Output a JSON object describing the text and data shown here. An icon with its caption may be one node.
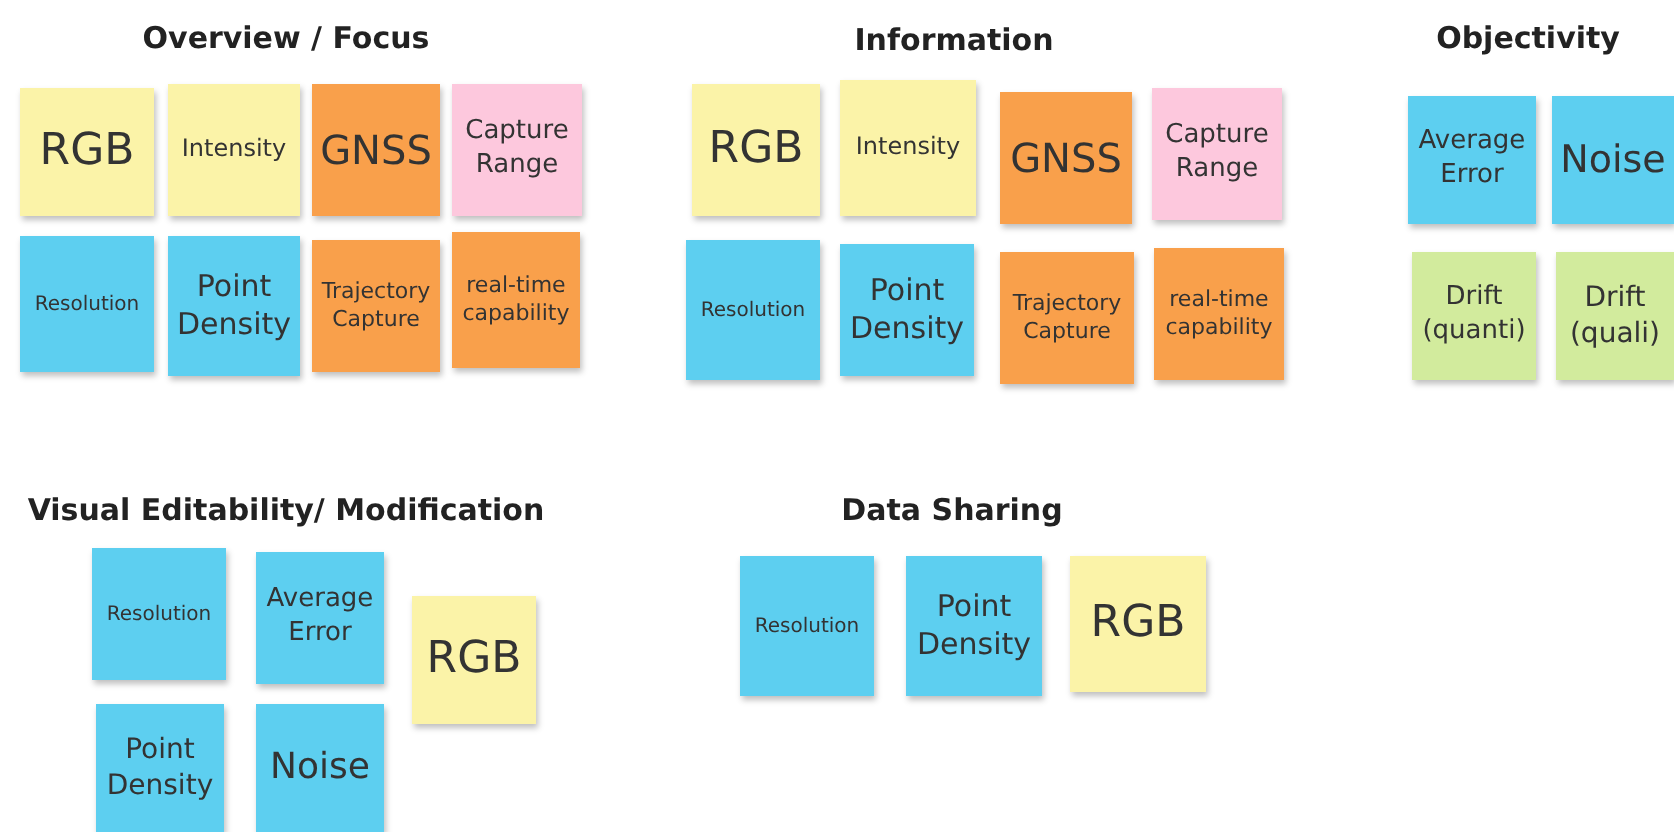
{
  "diagram": {
    "nodes": [
      {
        "text": [
          "RGB"
        ]
      },
      {
        "text": [
          "Intensity"
        ]
      },
      {
        "text": [
          "GNSS"
        ]
      },
      {
        "text": [
          "Capture Range"
        ]
      },
      {
        "text": [
          "Resolution"
        ]
      },
      {
        "text": [
          "Point Density"
        ]
      },
      {
        "text": [
          "Trajectory Capture"
        ]
      },
      {
        "text": [
          "real-time capability"
        ]
      },
      {
        "text": [
          "RGB"
        ]
      },
      {
        "text": [
          "Intensity"
        ]
      },
      {
        "text": [
          "GNSS"
        ]
      },
      {
        "text": [
          "Capture Range"
        ]
      },
      {
        "text": [
          "Resolution"
        ]
      },
      {
        "text": [
          "Point Density"
        ]
      },
      {
        "text": [
          "Trajectory Capture"
        ]
      },
      {
        "text": [
          "real-time capability"
        ]
      },
      {
        "text": [
          "Average Error"
        ]
      },
      {
        "text": [
          "Noise"
        ]
      },
      {
        "text": [
          "Drift (quanti)"
        ]
      },
      {
        "text": [
          "Drift (quali)"
        ]
      },
      {
        "text": [
          "Resolution"
        ]
      },
      {
        "text": [
          "Average Error"
        ]
      },
      {
        "text": [
          "RGB"
        ]
      },
      {
        "text": [
          "Point Density"
        ]
      },
      {
        "text": [
          "Noise"
        ]
      },
      {
        "text": [
          "Resolution"
        ]
      },
      {
        "text": [
          "Point Density"
        ]
      },
      {
        "text": [
          "RGB"
        ]
      }
    ],
    "labels": [
      "Overview / Focus",
      "Information",
      "Objectivity",
      "Visual Editability/ Modification",
      "Data Sharing"
    ]
  }
}
